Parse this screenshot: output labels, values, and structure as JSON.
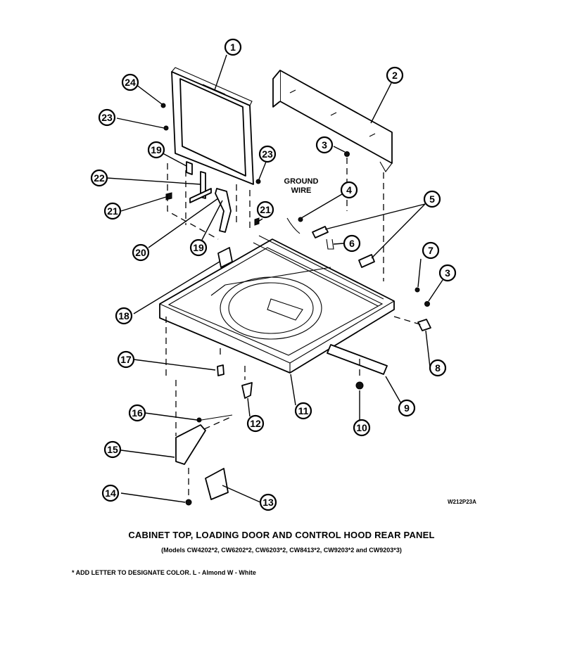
{
  "diagram": {
    "callouts": [
      {
        "id": "c1",
        "label": "1"
      },
      {
        "id": "c2",
        "label": "2"
      },
      {
        "id": "c3a",
        "label": "3"
      },
      {
        "id": "c3b",
        "label": "3"
      },
      {
        "id": "c4",
        "label": "4"
      },
      {
        "id": "c5",
        "label": "5"
      },
      {
        "id": "c6",
        "label": "6"
      },
      {
        "id": "c7",
        "label": "7"
      },
      {
        "id": "c8",
        "label": "8"
      },
      {
        "id": "c9",
        "label": "9"
      },
      {
        "id": "c10",
        "label": "10"
      },
      {
        "id": "c11",
        "label": "11"
      },
      {
        "id": "c12",
        "label": "12"
      },
      {
        "id": "c13",
        "label": "13"
      },
      {
        "id": "c14",
        "label": "14"
      },
      {
        "id": "c15",
        "label": "15"
      },
      {
        "id": "c16",
        "label": "16"
      },
      {
        "id": "c17",
        "label": "17"
      },
      {
        "id": "c18",
        "label": "18"
      },
      {
        "id": "c19a",
        "label": "19"
      },
      {
        "id": "c19b",
        "label": "19"
      },
      {
        "id": "c20",
        "label": "20"
      },
      {
        "id": "c21a",
        "label": "21"
      },
      {
        "id": "c21b",
        "label": "21"
      },
      {
        "id": "c22",
        "label": "22"
      },
      {
        "id": "c23a",
        "label": "23"
      },
      {
        "id": "c23b",
        "label": "23"
      },
      {
        "id": "c24",
        "label": "24"
      }
    ],
    "ground_wire_line1": "GROUND",
    "ground_wire_line2": "WIRE",
    "drawing_number": "W212P23A"
  },
  "caption": {
    "title": "CABINET TOP, LOADING DOOR AND CONTROL HOOD REAR PANEL",
    "models": "(Models CW4202*2, CW6202*2, CW6203*2, CW8413*2, CW9203*2 and CW9203*3)"
  },
  "note": "* ADD LETTER TO DESIGNATE COLOR.  L - Almond  W - White"
}
